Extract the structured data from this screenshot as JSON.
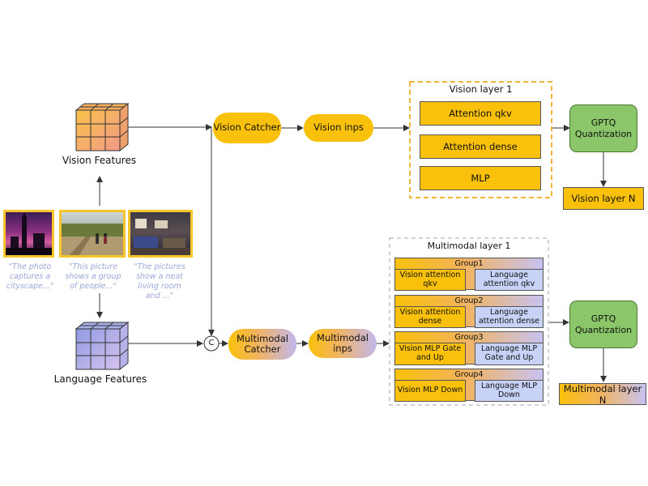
{
  "vision_features": {
    "label": "Vision Features"
  },
  "language_features": {
    "label": "Language Features"
  },
  "captions": [
    "\"The photo captures a cityscape...\"",
    "\"This picture shows a group of people...\"",
    "\"The pictures show a neat living room and ...\""
  ],
  "vision_catcher": "Vision Catcher",
  "vision_inps": "Vision inps",
  "multimodal_catcher": "Multimodal Catcher",
  "multimodal_inps": "Multimodal inps",
  "concat_symbol": "C",
  "vision_layer": {
    "title": "Vision layer 1",
    "blocks": [
      "Attention qkv",
      "Attention dense",
      "MLP"
    ]
  },
  "multimodal_layer": {
    "title": "Multimodal layer 1",
    "groups": [
      {
        "title": "Group1",
        "left": "Vision attention qkv",
        "right": "Language attention qkv"
      },
      {
        "title": "Group2",
        "left": "Vision attention dense",
        "right": "Language attention dense"
      },
      {
        "title": "Group3",
        "left": "Vision MLP Gate and Up",
        "right": "Language MLP Gate and Up"
      },
      {
        "title": "Group4",
        "left": "Vision MLP Down",
        "right": "Language MLP Down"
      }
    ]
  },
  "gptq_top": "GPTQ Quantization",
  "gptq_bottom": "GPTQ Quantization",
  "vision_layer_n": "Vision layer N",
  "multimodal_layer_n": "Multimodal layer N",
  "colors": {
    "orange": "#f9c10b",
    "lavender": "#c8d2f6",
    "green": "#8cc66a"
  }
}
